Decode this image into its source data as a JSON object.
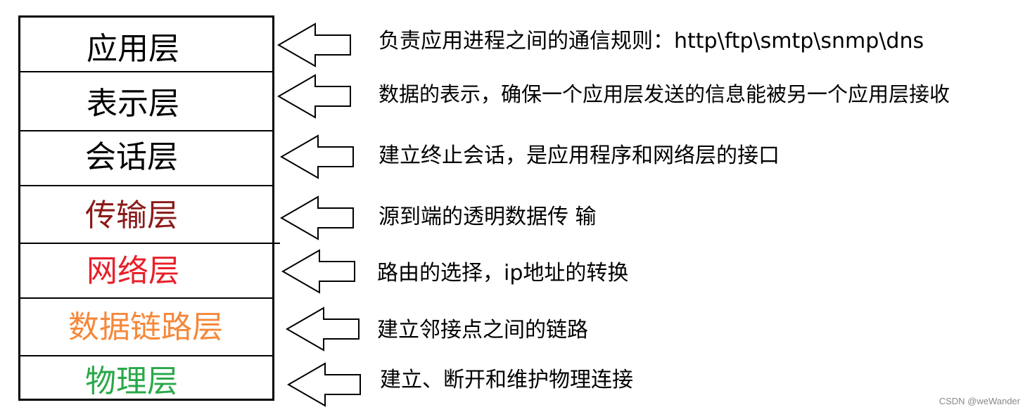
{
  "layers": [
    {
      "name": "应用层",
      "color": "#000000",
      "description": "负责应用进程之间的通信规则：http\\ftp\\smtp\\snmp\\dns"
    },
    {
      "name": "表示层",
      "color": "#000000",
      "description": "数据的表示，确保一个应用层发送的信息能被另一个应用层接收"
    },
    {
      "name": "会话层",
      "color": "#000000",
      "description": "建立终止会话，是应用程序和网络层的接口"
    },
    {
      "name": "传输层",
      "color": "#8b1a1a",
      "description": "源到端的透明数据传 输"
    },
    {
      "name": "网络层",
      "color": "#e8202a",
      "description": "路由的选择，ip地址的转换"
    },
    {
      "name": "数据链路层",
      "color": "#f5883a",
      "description": "建立邻接点之间的链路"
    },
    {
      "name": "物理层",
      "color": "#2aa84a",
      "description": "建立、断开和维护物理连接"
    }
  ],
  "watermark": "CSDN @weWander"
}
